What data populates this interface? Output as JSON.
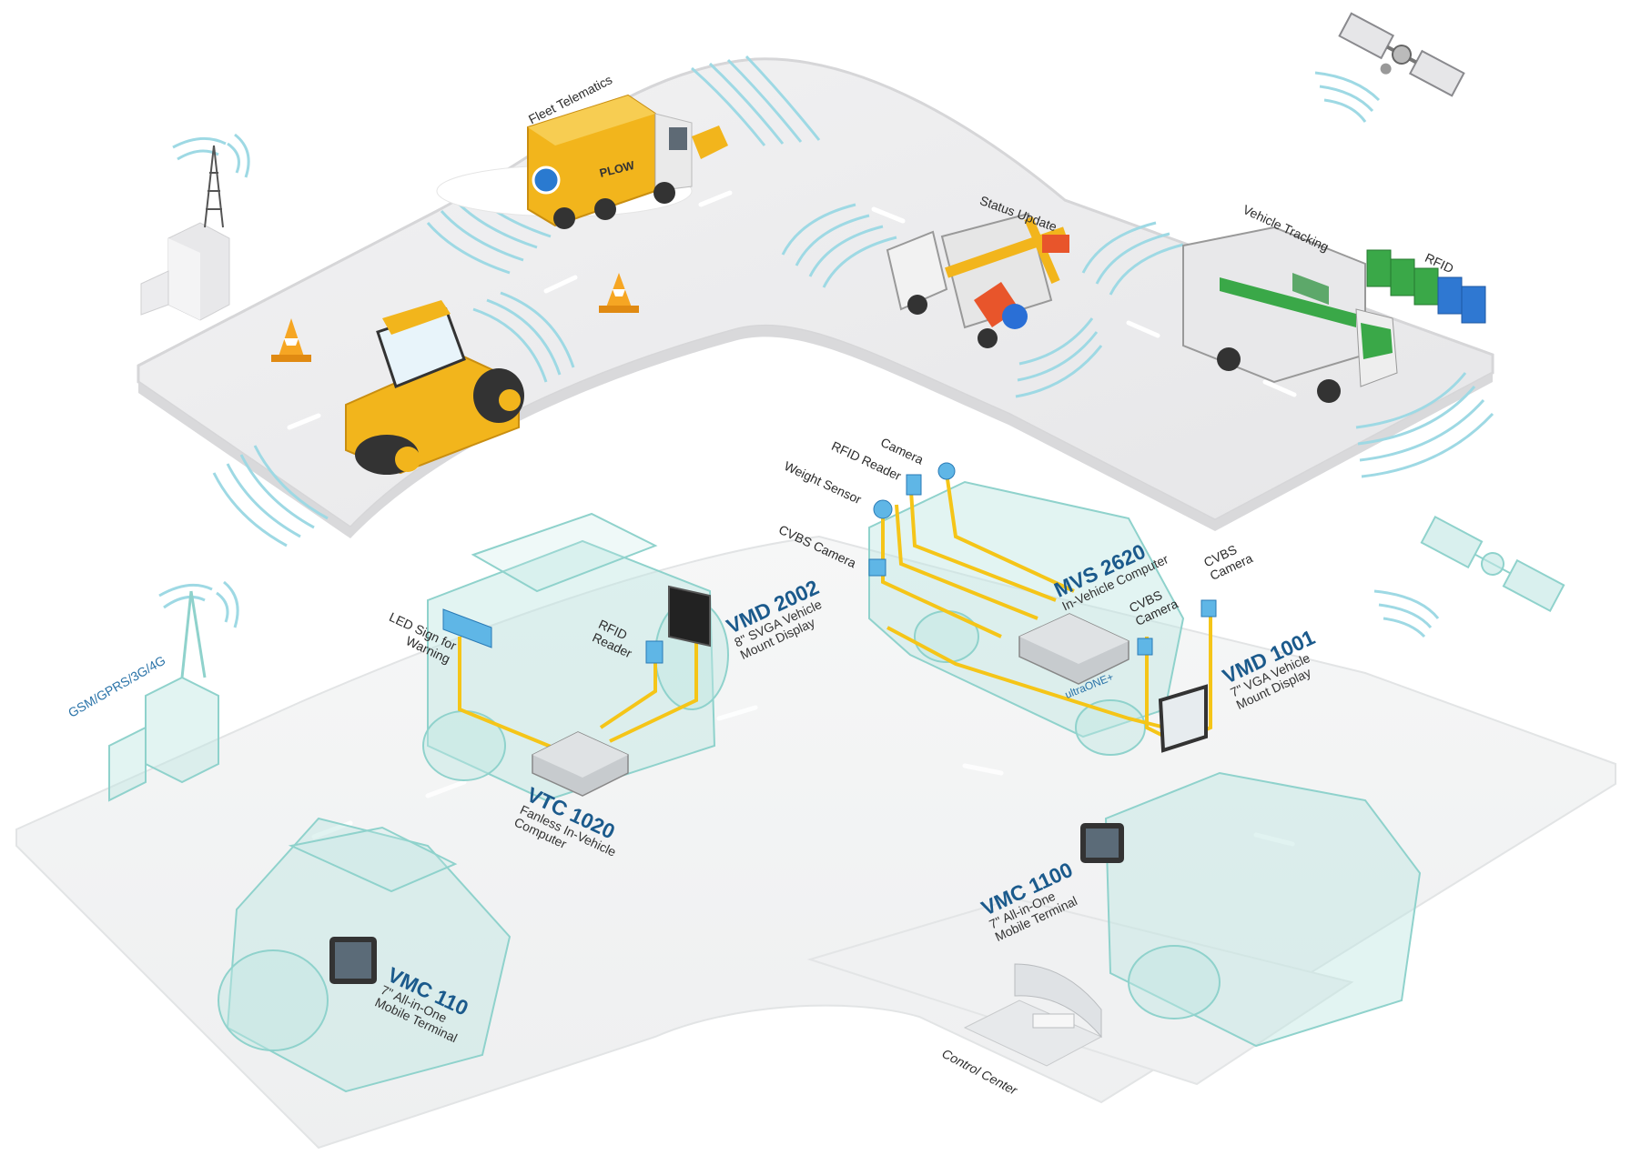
{
  "labels": {
    "fleet_telematics": "Fleet Telematics",
    "status_update": "Status Update",
    "vehicle_tracking": "Vehicle Tracking",
    "rfid_top": "RFID",
    "plow": "PLOW",
    "camera": "Camera",
    "rfid_reader_top": "RFID Reader",
    "weight_sensor": "Weight Sensor",
    "cvbs_camera_left": "CVBS Camera",
    "cvbs_camera_mid_1": "CVBS",
    "cvbs_camera_mid_2": "Camera",
    "cvbs_camera_right_1": "CVBS",
    "cvbs_camera_right_2": "Camera",
    "led_sign_1": "LED Sign for",
    "led_sign_2": "Warning",
    "rfid_reader_1": "RFID",
    "rfid_reader_2": "Reader",
    "ultraone": "ultraONE+",
    "gsm": "GSM/GPRS/3G/4G",
    "control_center": "Control Center"
  },
  "products": {
    "mvs2620": {
      "name": "MVS 2620",
      "desc": "In-Vehicle Computer"
    },
    "vmd2002": {
      "name": "VMD 2002",
      "desc1": "8\" SVGA Vehicle",
      "desc2": "Mount Display"
    },
    "vmd1001": {
      "name": "VMD 1001",
      "desc1": "7\" VGA Vehicle",
      "desc2": "Mount Display"
    },
    "vtc1020": {
      "name": "VTC 1020",
      "desc1": "Fanless In-Vehicle",
      "desc2": "Computer"
    },
    "vmc1100": {
      "name": "VMC 1100",
      "desc1": "7\" All-in-One",
      "desc2": "Mobile Terminal"
    },
    "vmc110": {
      "name": "VMC 110",
      "desc1": "7\" All-in-One",
      "desc2": "Mobile Terminal"
    }
  },
  "colors": {
    "road": "#ededee",
    "road_edge": "#d4d4d6",
    "wave": "#9ed9e4",
    "ghost": "#bfe6e3",
    "ghost_stroke": "#8fd2cc",
    "wire": "#f5c518",
    "vehicle_yellow": "#f2b51c",
    "product_blue": "#1b5a8c",
    "green": "#3aa848",
    "bin_blue": "#2f78d2"
  }
}
